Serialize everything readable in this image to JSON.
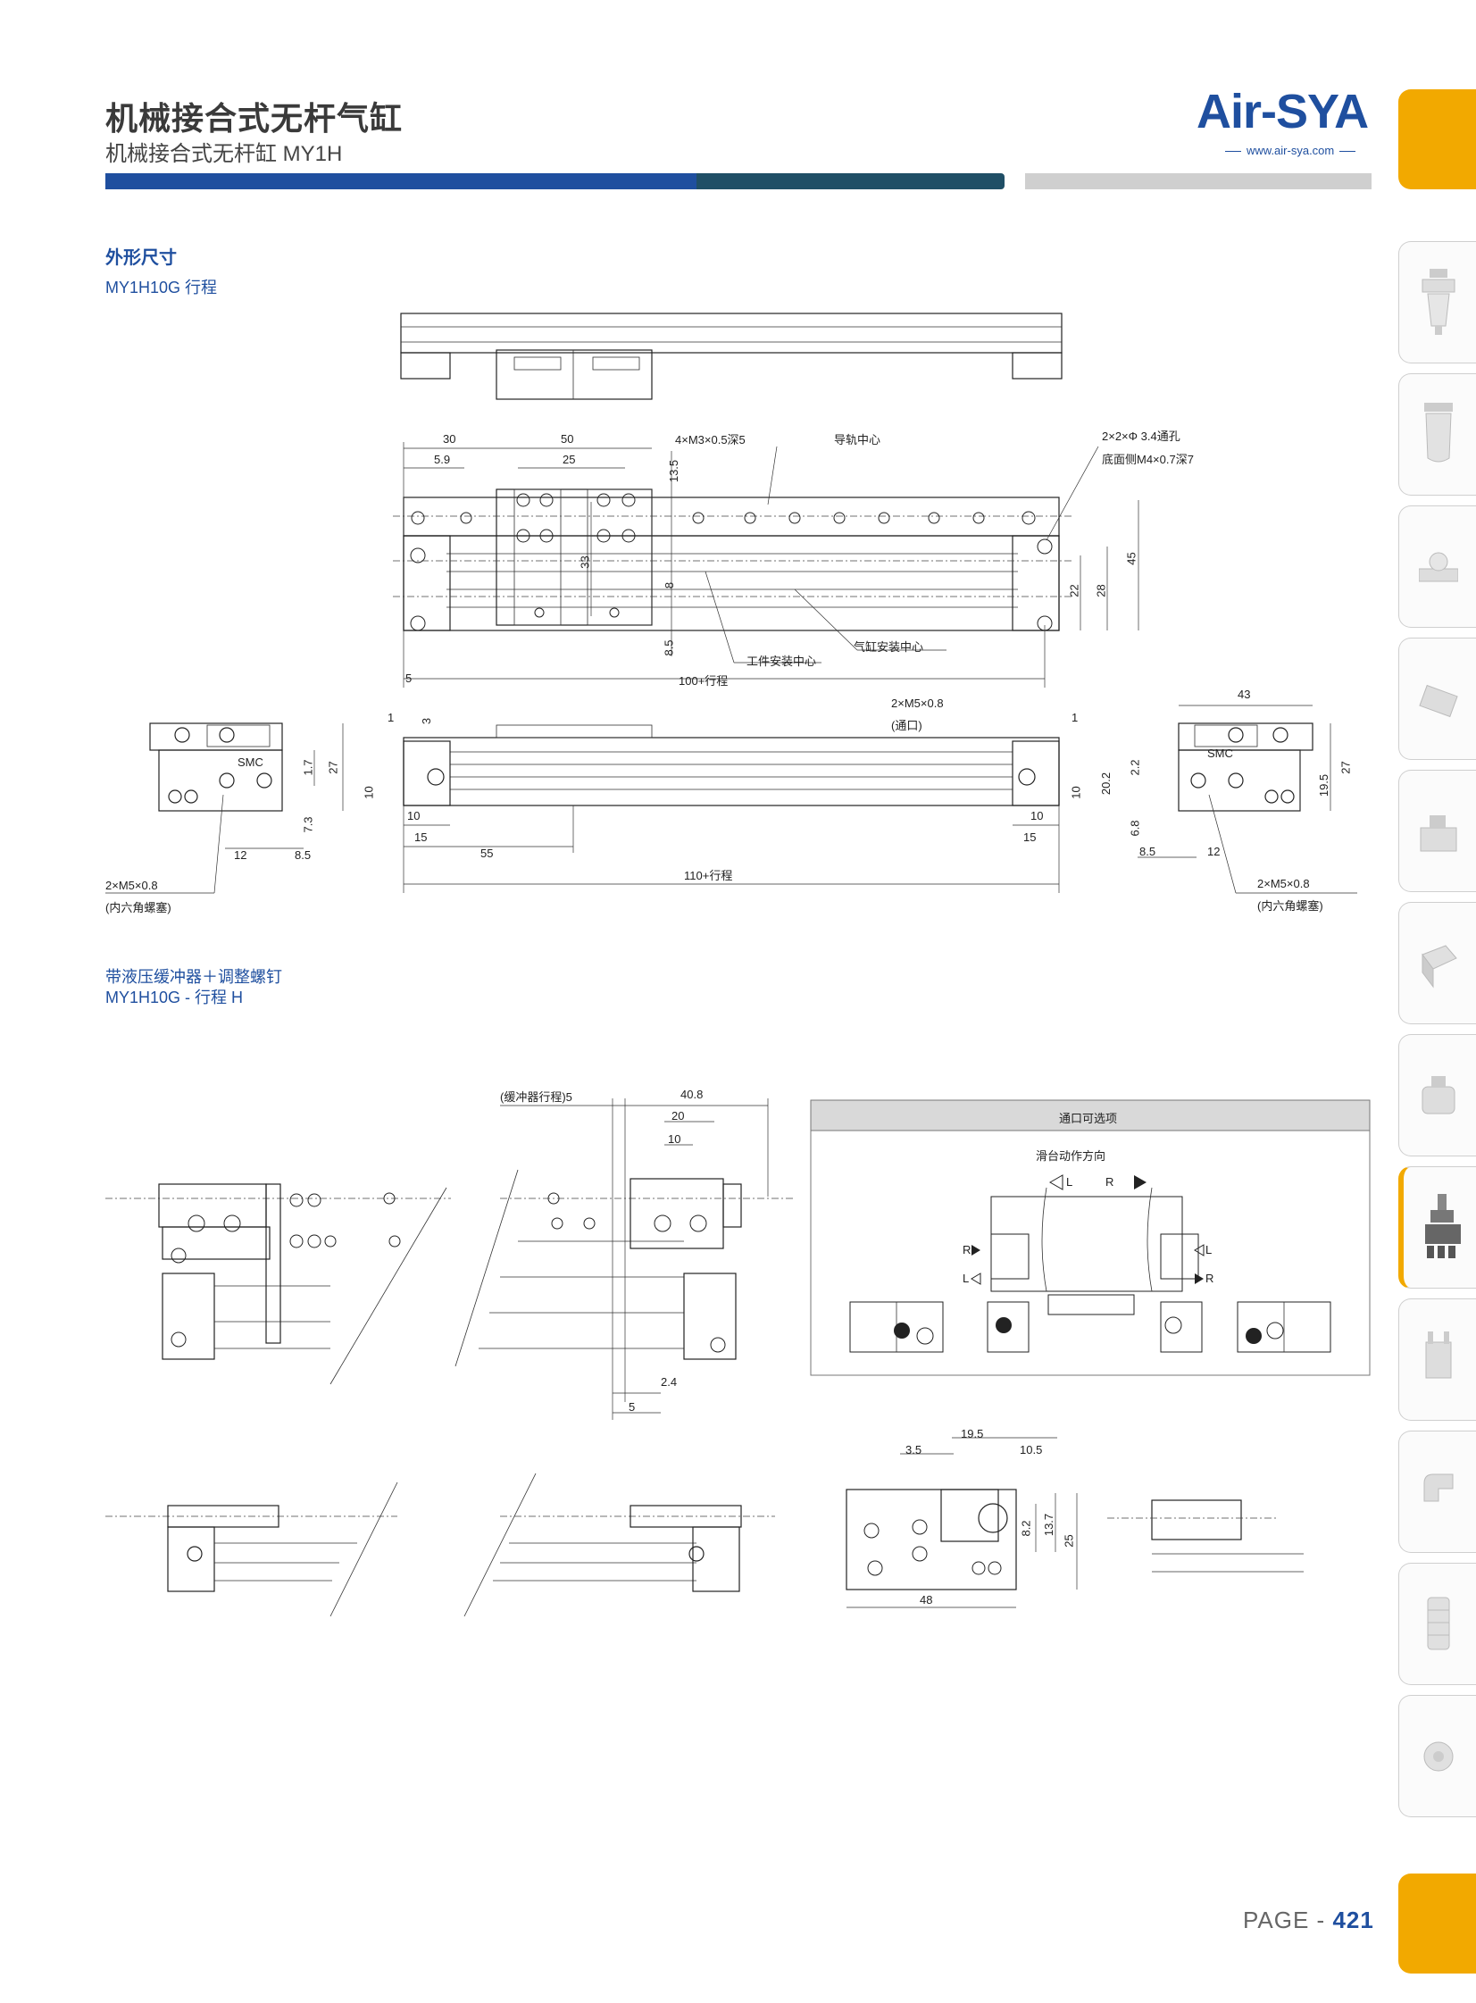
{
  "header": {
    "title": "机械接合式无杆气缸",
    "subtitle": "机械接合式无杆缸 MY1H",
    "logo": "Air-SYA",
    "url": "www.air-sya.com"
  },
  "section1": {
    "title": "外形尺寸",
    "model": "MY1H10G 行程"
  },
  "section2": {
    "title": "带液压缓冲器＋调整螺钉",
    "model": "MY1H10G - 行程 H"
  },
  "labels": {
    "d30": "30",
    "d50": "50",
    "d5_9": "5.9",
    "d25": "25",
    "tap": "4×M3×0.5深5",
    "rail_center": "导轨中心",
    "hole1": "2×2×Φ 3.4通孔",
    "hole2": "底面侧M4×0.7深7",
    "d13_5": "13.5",
    "d33": "33",
    "d8": "8",
    "d8_5": "8.5",
    "d22": "22",
    "d28": "28",
    "d45": "45",
    "cyl_center": "气缸安装中心",
    "work_center": "工件安装中心",
    "d5": "5",
    "stroke100": "100+行程",
    "m5_a": "2×M5×0.8",
    "m5_a2": "(通口)",
    "d1": "1",
    "d3": "3",
    "d10": "10",
    "d15": "15",
    "d55": "55",
    "stroke110": "110+行程",
    "d20_2": "20.2",
    "d43": "43",
    "d2_2": "2.2",
    "d19_5": "19.5",
    "d27": "27",
    "d6_8": "6.8",
    "d12": "12",
    "d1_7": "1.7",
    "d7_3": "7.3",
    "m5_b": "2×M5×0.8",
    "m5_b2": "(内六角螺塞)",
    "smc": "SMC",
    "buffer": "(缓冲器行程)5",
    "d40_8": "40.8",
    "d20": "20",
    "d2_4": "2.4",
    "d3_5": "3.5",
    "d10_5": "10.5",
    "d8_2": "8.2",
    "d13_7": "13.7",
    "d48": "48",
    "port_title": "通口可选项",
    "slide_dir": "滑台动作方向",
    "L": "L",
    "R": "R"
  },
  "page": {
    "prefix": "PAGE - ",
    "number": "421"
  },
  "colors": {
    "brand": "#1f4f9f",
    "accent": "#f2a900",
    "bar_dark": "#204f66",
    "bar_gray": "#cfcfcf"
  },
  "side_tabs": [
    "filter-regulator-icon",
    "filter-icon",
    "flow-valve-icon",
    "solenoid-valve-icon",
    "pilot-valve-icon",
    "actuator-icon",
    "air-valve-icon",
    "rodless-cylinder-icon",
    "gripper-icon",
    "elbow-fitting-icon",
    "silencer-icon",
    "rotary-icon"
  ]
}
